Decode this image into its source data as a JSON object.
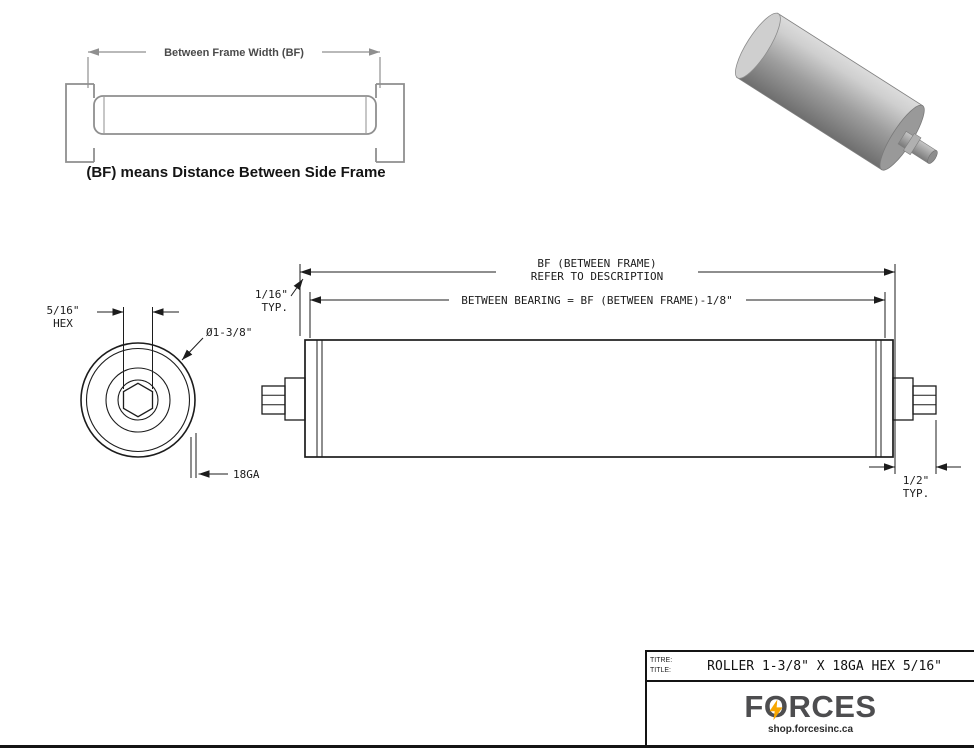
{
  "inset_diagram": {
    "dimension_label": "Between Frame Width (BF)",
    "caption": "(BF) means Distance Between Side Frame"
  },
  "end_view": {
    "hex_size_line1": "5/16\"",
    "hex_size_line2": "HEX",
    "diameter_label": "Ø1-3/8\"",
    "gauge_label": "18GA"
  },
  "side_view": {
    "bf_dim_line1": "BF (BETWEEN FRAME)",
    "bf_dim_line2": "REFER TO DESCRIPTION",
    "between_bearing_dim": "BETWEEN BEARING = BF (BETWEEN FRAME)-1/8\"",
    "left_offset_line1": "1/16\"",
    "left_offset_line2": "TYP.",
    "right_offset_line1": "1/2\"",
    "right_offset_line2": "TYP."
  },
  "title_block": {
    "label_fr": "TITRE:",
    "label_en": "TITLE:",
    "drawing_title": "ROLLER 1-3/8\" X 18GA HEX 5/16\"",
    "brand_f": "F",
    "brand_o": "O",
    "brand_rest": "RCES",
    "website": "shop.forcesinc.ca"
  },
  "colors": {
    "line": "#1c1c1c",
    "inset_line": "#8f8f8f",
    "brand_gray": "#4d4d4f",
    "bolt_yellow": "#f7a600",
    "roller_gray": "#9e9e9e"
  }
}
